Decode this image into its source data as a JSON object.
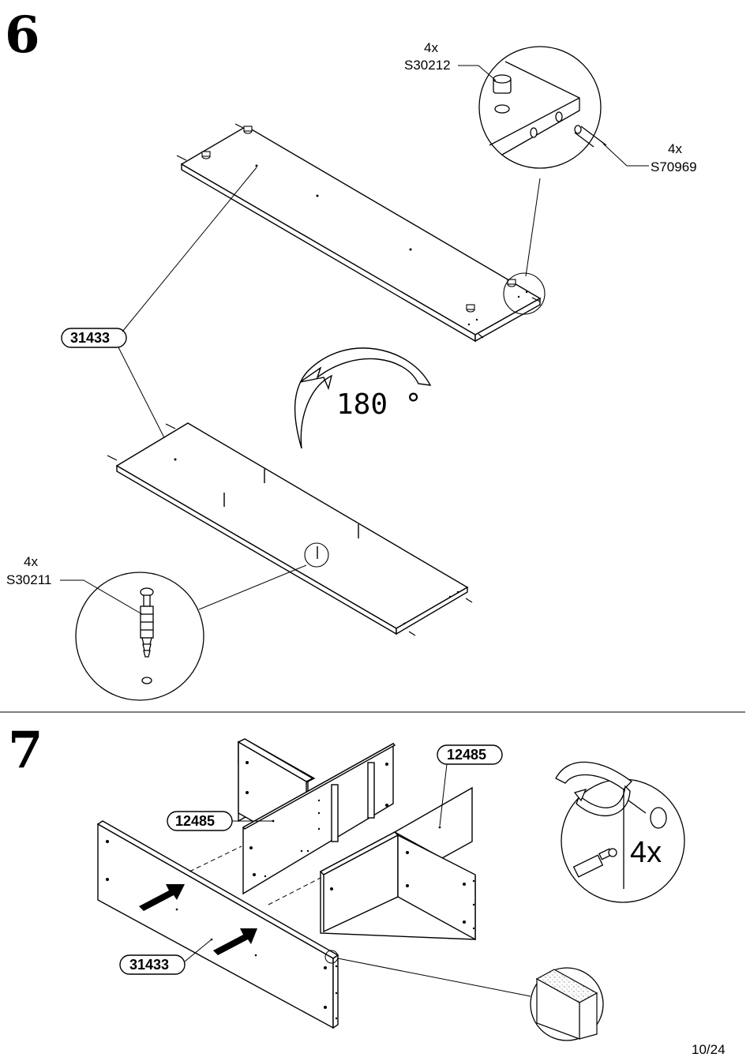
{
  "steps": [
    {
      "number": "6"
    },
    {
      "number": "7"
    }
  ],
  "step6": {
    "parts": {
      "cam_lock": {
        "qty": "4x",
        "code": "S30212"
      },
      "dowel": {
        "qty": "4x",
        "code": "S70969"
      },
      "cam_bolt": {
        "qty": "4x",
        "code": "S30211"
      }
    },
    "panel_label": "31433",
    "rotation_label": "180 °"
  },
  "step7": {
    "panel_labels": {
      "divider_left": "12485",
      "divider_right": "12485",
      "front": "31433"
    },
    "detail_qty": "4x"
  },
  "page_number": "10/24"
}
